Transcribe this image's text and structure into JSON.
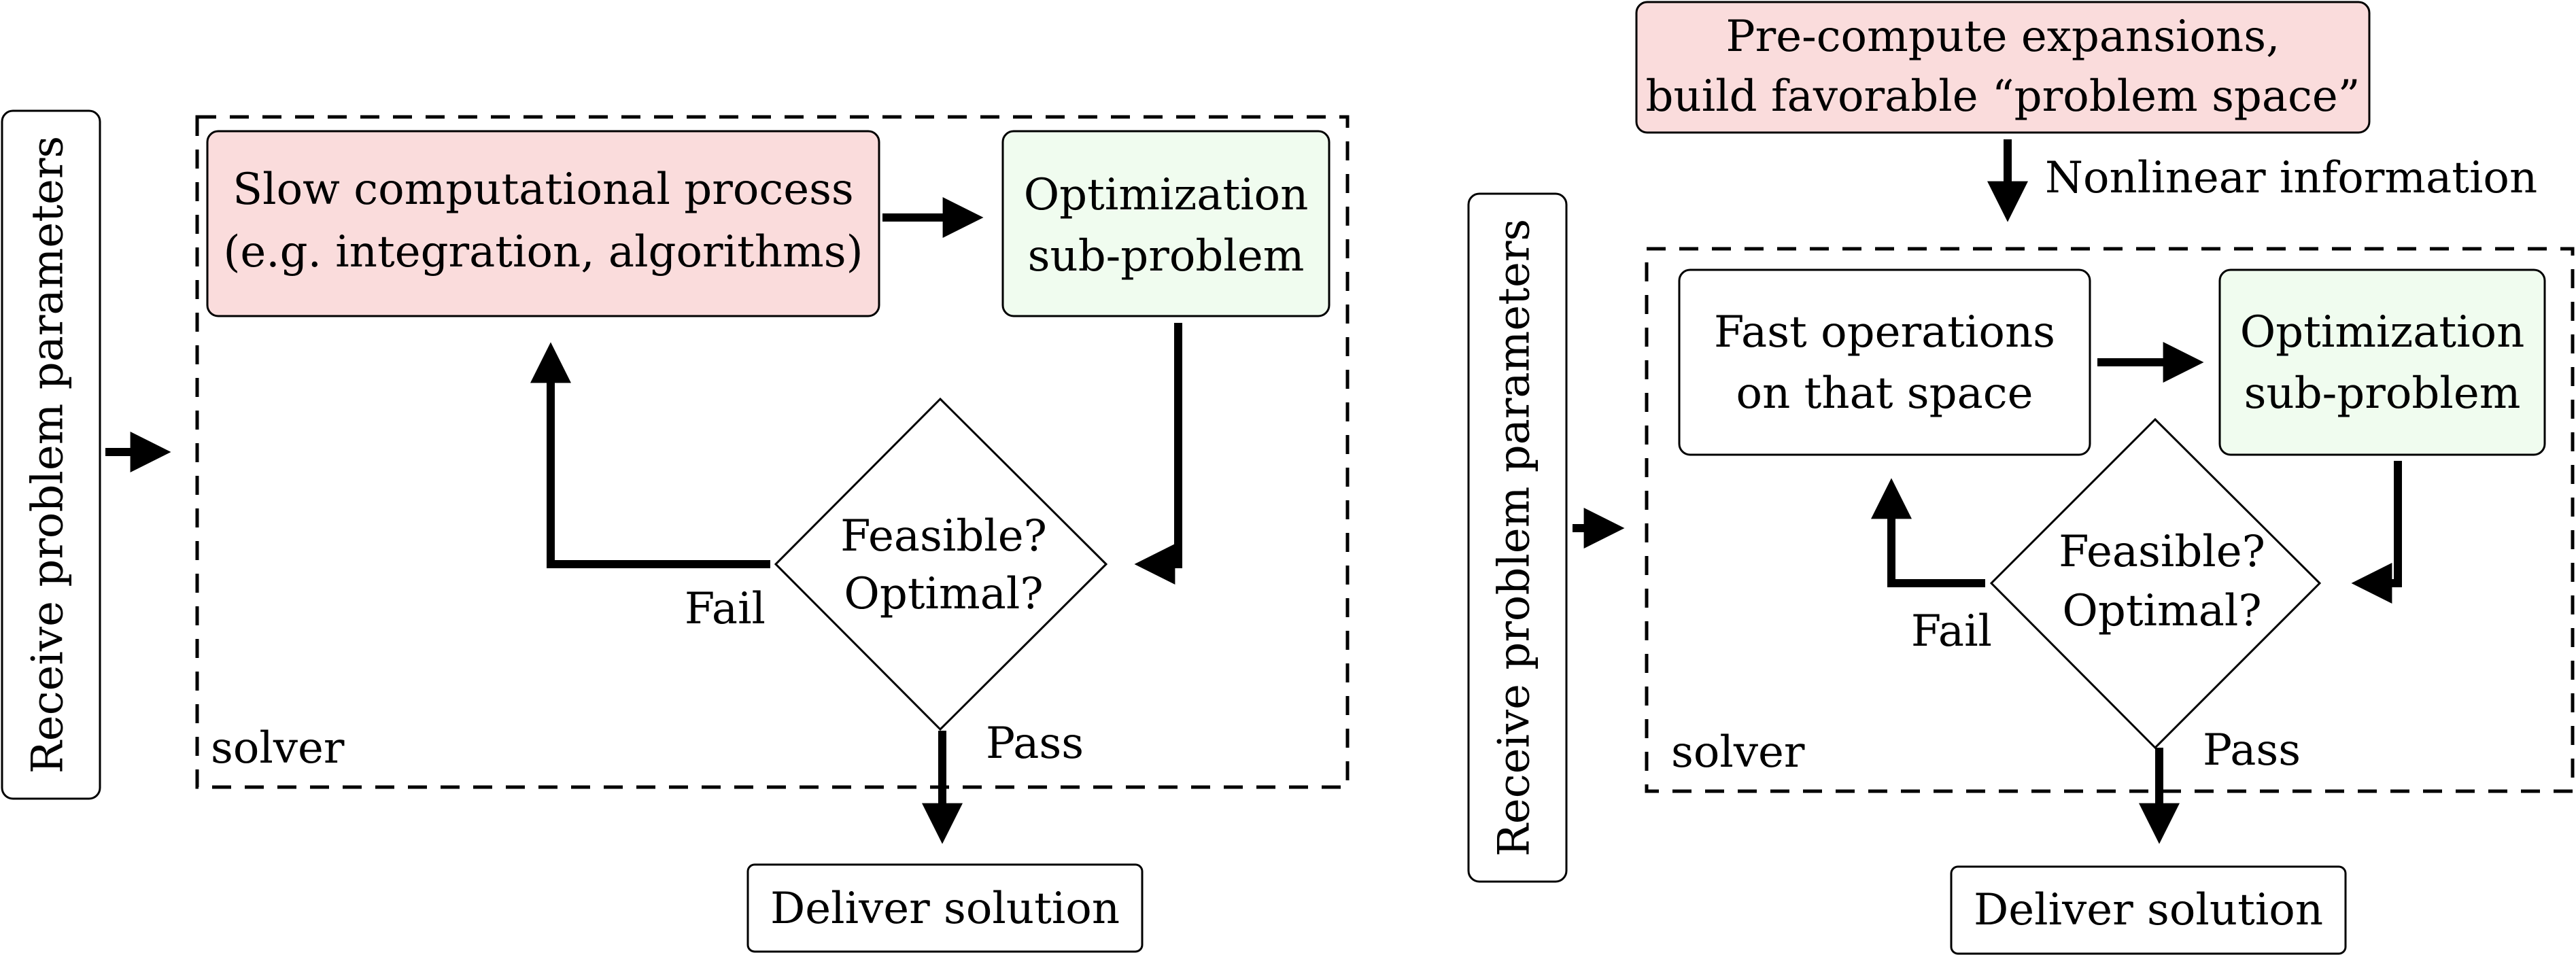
{
  "colors": {
    "slow_fill": "#fadcdc",
    "opt_fill": "#f0fcef",
    "plain_fill": "#ffffff",
    "stroke": "#000000"
  },
  "left": {
    "receive_label": "Receive problem parameters",
    "slow_line1": "Slow computational process",
    "slow_line2": "(e.g. integration, algorithms)",
    "opt_line1": "Optimization",
    "opt_line2": "sub-problem",
    "decision_line1": "Feasible?",
    "decision_line2": "Optimal?",
    "fail_label": "Fail",
    "pass_label": "Pass",
    "solver_label": "solver",
    "deliver_label": "Deliver solution"
  },
  "right": {
    "precompute_line1": "Pre-compute expansions,",
    "precompute_line2": "build favorable “problem space”",
    "nonlinear_label": "Nonlinear information",
    "receive_label": "Receive problem parameters",
    "fast_line1": "Fast operations",
    "fast_line2": "on that space",
    "opt_line1": "Optimization",
    "opt_line2": "sub-problem",
    "decision_line1": "Feasible?",
    "decision_line2": "Optimal?",
    "fail_label": "Fail",
    "pass_label": "Pass",
    "solver_label": "solver",
    "deliver_label": "Deliver solution"
  }
}
